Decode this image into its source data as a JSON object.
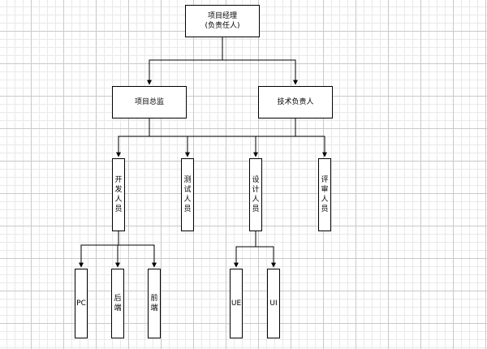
{
  "diagram": {
    "nodes": {
      "project_manager": {
        "title": "项目经理",
        "subtitle": "(负责任人)"
      },
      "project_director": "项目总监",
      "tech_lead": "技术负责人",
      "developers": "开发人员",
      "testers": "测试人员",
      "designers": "设计人员",
      "reviewers": "评审人员",
      "pc": "PC",
      "backend": "后端",
      "frontend": "前端",
      "ue": "UE",
      "ui": "UI"
    },
    "edges": [
      [
        "project_manager",
        "project_director"
      ],
      [
        "project_manager",
        "tech_lead"
      ],
      [
        "project_director",
        "developers"
      ],
      [
        "project_director",
        "testers"
      ],
      [
        "tech_lead",
        "designers"
      ],
      [
        "tech_lead",
        "reviewers"
      ],
      [
        "developers",
        "pc"
      ],
      [
        "developers",
        "backend"
      ],
      [
        "developers",
        "frontend"
      ],
      [
        "designers",
        "ue"
      ],
      [
        "designers",
        "ui"
      ]
    ]
  }
}
